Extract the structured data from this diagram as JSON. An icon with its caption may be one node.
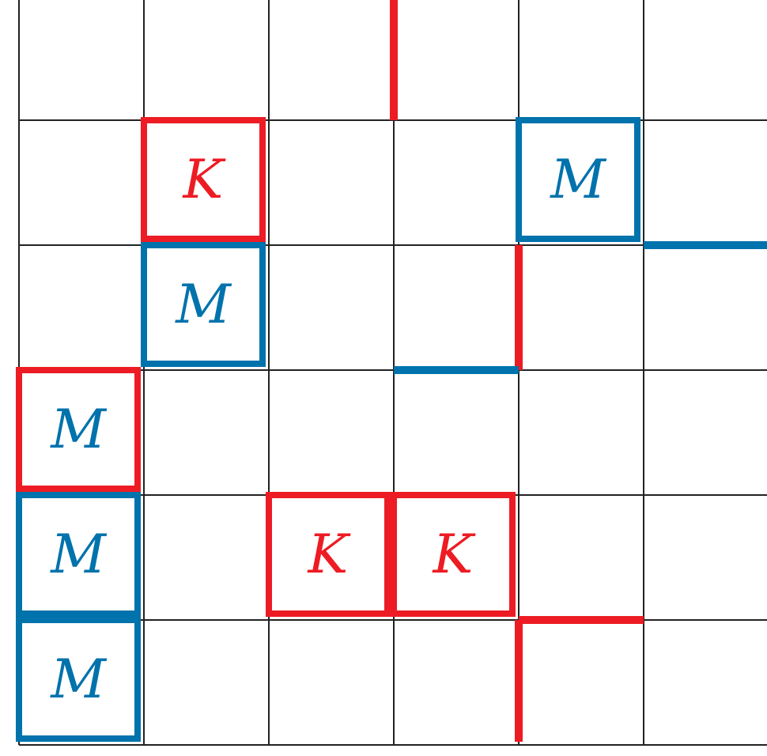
{
  "diagram": {
    "nodes": [
      {
        "text": [
          "K"
        ]
      },
      {
        "text": [
          "M"
        ]
      },
      {
        "text": [
          "M"
        ]
      },
      {
        "text": [
          "M"
        ]
      },
      {
        "text": [
          "K"
        ]
      },
      {
        "text": [
          "K"
        ]
      },
      {
        "text": [
          "M"
        ]
      },
      {
        "text": [
          "M"
        ]
      }
    ]
  }
}
